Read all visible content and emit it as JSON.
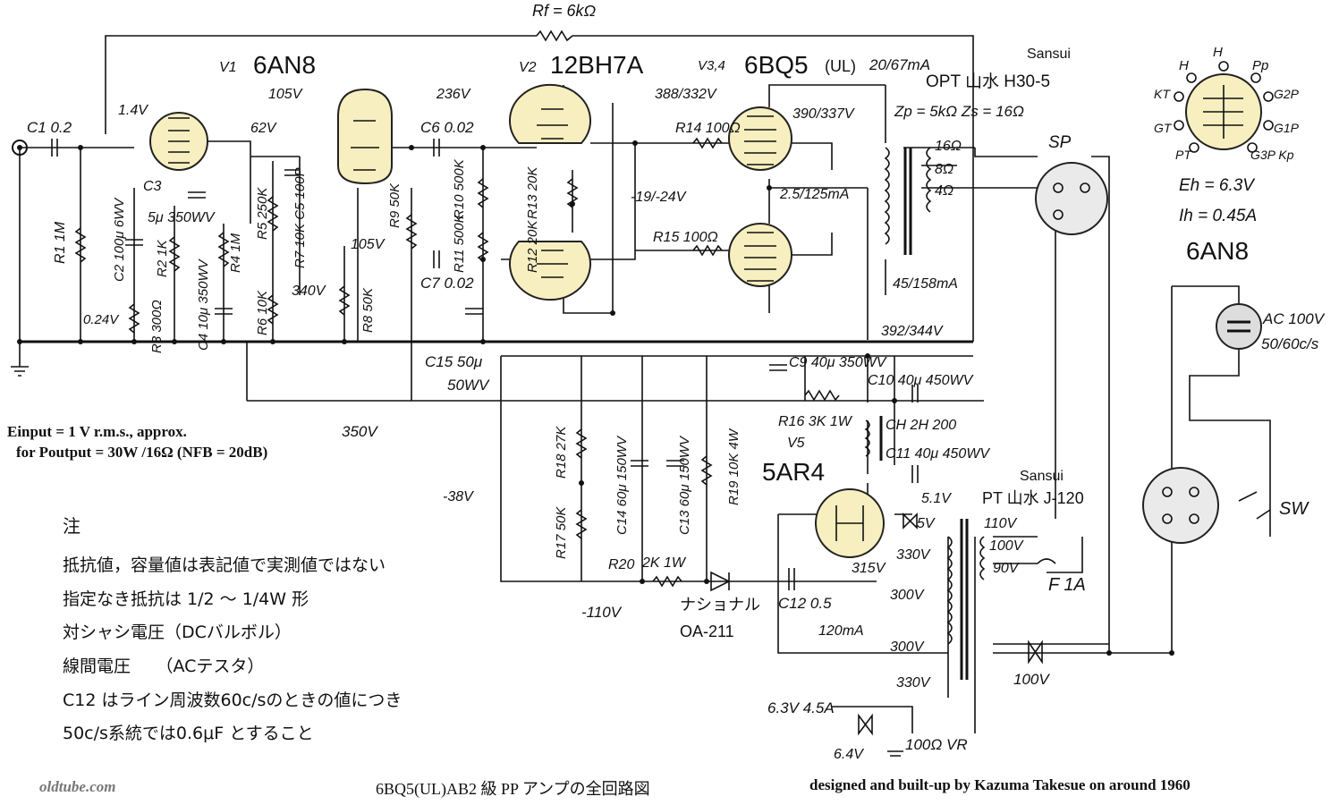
{
  "tubes": {
    "v1_ref": "V1",
    "v1_type": "6AN8",
    "v2_ref": "V2",
    "v2_type": "12BH7A",
    "v34_ref": "V3,4",
    "v34_type": "6BQ5",
    "v34_mode": "(UL)",
    "v34_current": "20/67mA",
    "v5_ref": "V5",
    "v5_type": "5AR4"
  },
  "components": {
    "c1": "C1 0.2",
    "r1": "R1 1M",
    "c2": "C2 100μ 6WV",
    "r3": "R3 300Ω",
    "c3": "C3",
    "c3_val": "5μ 350WV",
    "r2": "R2 1K",
    "c4": "C4 10μ 350WV",
    "r4": "R4 1M",
    "r5": "R5 250K",
    "r6": "R6 10K",
    "r7": "R7 10K C5 100P",
    "r8": "R8 50K",
    "r9": "R9 50K",
    "c6": "C6 0.02",
    "c7": "C7 0.02",
    "r10": "R10 500K",
    "r11": "R11 500K",
    "r13": "R13 20K",
    "r12": "R12 20K",
    "r14": "R14 100Ω",
    "r15": "R15 100Ω",
    "rf": "Rf = 6kΩ",
    "c15": "C15 50μ",
    "c15_wv": "50WV",
    "c9": "C9 40μ 350WV",
    "c10": "C10 40μ 450WV",
    "r16": "R16 3K 1W",
    "ch": "CH 2H 200",
    "c11": "C11 40μ 450WV",
    "r18": "R18 27K",
    "r17": "R17 50K",
    "c14": "C14 60μ 150WV",
    "c13": "C13 60μ 150WV",
    "r19": "R19 10K 4W",
    "r20": "R20",
    "r20_val": "2K 1W",
    "diode": "ナショナル",
    "diode_type": "OA-211",
    "c12": "C12 0.5",
    "vr": "100Ω VR",
    "fuse": "F 1A",
    "sw": "SW"
  },
  "voltages": {
    "v_105a": "105V",
    "v_14": "1.4V",
    "v_62": "62V",
    "v_236": "236V",
    "v_105b": "105V",
    "v_024": "0.24V",
    "v_340": "340V",
    "v_350": "350V",
    "v_388": "388/332V",
    "v_390": "390/337V",
    "v_19": "-19/-24V",
    "v_25": "2.5/125mA",
    "v_45": "45/158mA",
    "v_392": "392/344V",
    "v_38": "-38V",
    "v_110": "-110V",
    "v_51": "5.1V",
    "v_5": "5V",
    "v_315": "315V",
    "v_330a": "330V",
    "v_300a": "300V",
    "v_120": "120mA",
    "v_300b": "300V",
    "v_330b": "330V",
    "v_63": "6.3V 4.5A",
    "v_64": "6.4V",
    "v_100": "100V"
  },
  "transformers": {
    "opt_brand": "Sansui",
    "opt_name": "OPT 山水 H30-5",
    "opt_imp": "Zp = 5kΩ  Zs = 16Ω",
    "tap_16": "16Ω",
    "tap_8": "8Ω",
    "tap_4": "4Ω",
    "sp": "SP",
    "pt_brand": "Sansui",
    "pt_name": "PT 山水 J-120",
    "tap_110": "110V",
    "tap_100": "100V",
    "tap_90": "90V"
  },
  "mains": {
    "ac": "AC 100V",
    "freq": "50/60c/s"
  },
  "pinout": {
    "h1": "H",
    "h2": "H",
    "pp": "Pp",
    "kt": "KT",
    "g2p": "G2P",
    "gt": "GT",
    "g1p": "G1P",
    "pt": "PT",
    "g3pkp": "G3P Kp",
    "eh": "Eh = 6.3V",
    "ih": "Ih = 0.45A",
    "type": "6AN8"
  },
  "spec": {
    "line1": "Einput = 1 V r.m.s., approx.",
    "line2": "for Poutput = 30W /16Ω (NFB = 20dB)"
  },
  "notes": {
    "heading": "注",
    "n1": "抵抗値，容量値は表記値で実測値ではない",
    "n2": "指定なき抵抗は 1/2 〜 1/4W 形",
    "n3": "対シャシ電圧（DCバルボル）",
    "n4": "線間電圧　　（ACテスタ）",
    "n5": "C12 はライン周波数60c/sのときの値につき",
    "n6": "50c/s系統では0.6μF とすること"
  },
  "footer": {
    "title": "6BQ5(UL)AB2 級 PP アンプの全回路図",
    "credit": "designed and built-up by Kazuma Takesue on around 1960",
    "watermark": "oldtube.com"
  }
}
